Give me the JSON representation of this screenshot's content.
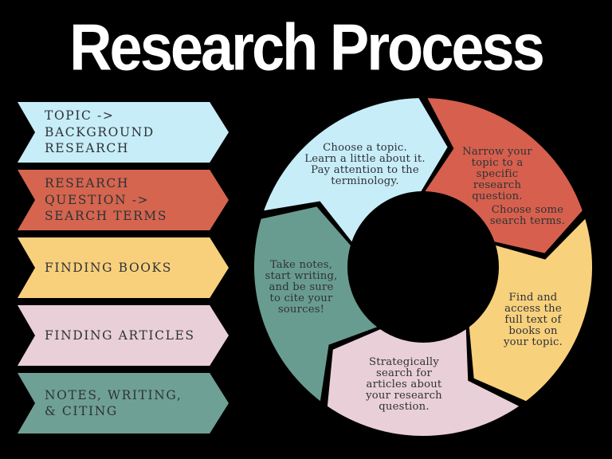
{
  "title": "Research Process",
  "colors": {
    "background": "#000000",
    "title_text": "#ffffff",
    "label_text": "#2e3237"
  },
  "sidebar": {
    "items": [
      {
        "id": "topic-background",
        "label": "TOPIC ->\nBACKGROUND\nRESEARCH",
        "color": "#c7edf8"
      },
      {
        "id": "question-terms",
        "label": "RESEARCH\nQUESTION ->\nSEARCH TERMS",
        "color": "#d5654f"
      },
      {
        "id": "finding-books",
        "label": "FINDING BOOKS",
        "color": "#f8d07c"
      },
      {
        "id": "finding-articles",
        "label": "FINDING ARTICLES",
        "color": "#e9cfd7"
      },
      {
        "id": "notes-citing",
        "label": "NOTES, WRITING,\n& CITING",
        "color": "#6fa095"
      }
    ]
  },
  "wheel": {
    "segments": [
      {
        "id": "topic",
        "color": "#c7edf8",
        "text": "Choose a topic.\nLearn a little about it.\nPay attention to the\nterminology."
      },
      {
        "id": "question",
        "color": "#d6604d",
        "text": "Narrow your\ntopic to a\nspecific\nresearch\nquestion.",
        "text2": "Choose some\nsearch terms."
      },
      {
        "id": "books",
        "color": "#f8d17d",
        "text": "Find and\naccess the\nfull text of\nbooks on\nyour topic."
      },
      {
        "id": "articles",
        "color": "#e9cfd7",
        "text": "Strategically\nsearch for\narticles about\nyour research\nquestion."
      },
      {
        "id": "notes",
        "color": "#699c90",
        "text": "Take notes,\nstart writing,\nand be sure\nto cite your\nsources!"
      }
    ]
  }
}
